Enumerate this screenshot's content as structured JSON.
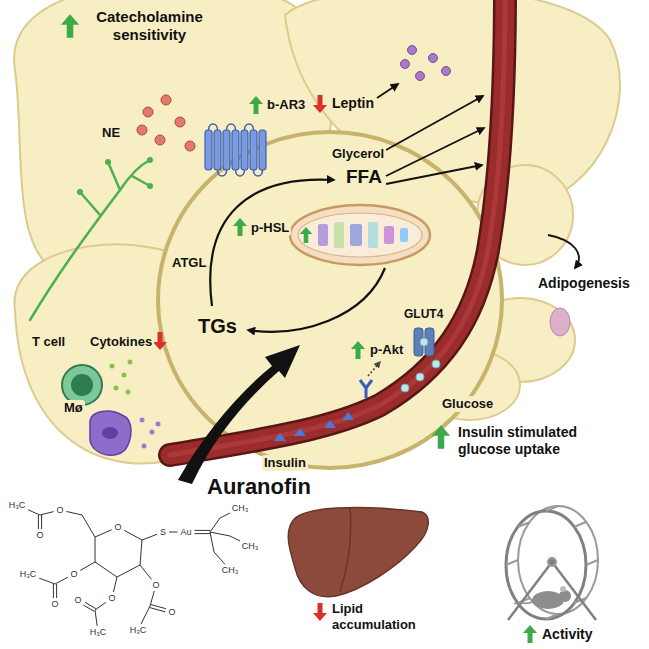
{
  "diagram": {
    "labels": [
      "Catecholamine sensitivity",
      "NE",
      "b-AR3",
      "Leptin",
      "Glycerol",
      "FFA",
      "p-HSL",
      "ATGL",
      "Adipogenesis",
      "T cell",
      "Cytokines",
      "TGs",
      "GLUT4",
      "p-Akt",
      "Mø",
      "Insulin",
      "Glucose",
      "Insulin stimulated glucose uptake",
      "Auranofin",
      "H₃C",
      "O",
      "O",
      "O",
      "H₃C",
      "O",
      "O",
      "O",
      "H₃C",
      "O",
      "O",
      "H₃C",
      "O",
      "S",
      "Au",
      "CH₃",
      "CH₃",
      "CH₃",
      "Lipid accumulation",
      "Activity"
    ]
  }
}
